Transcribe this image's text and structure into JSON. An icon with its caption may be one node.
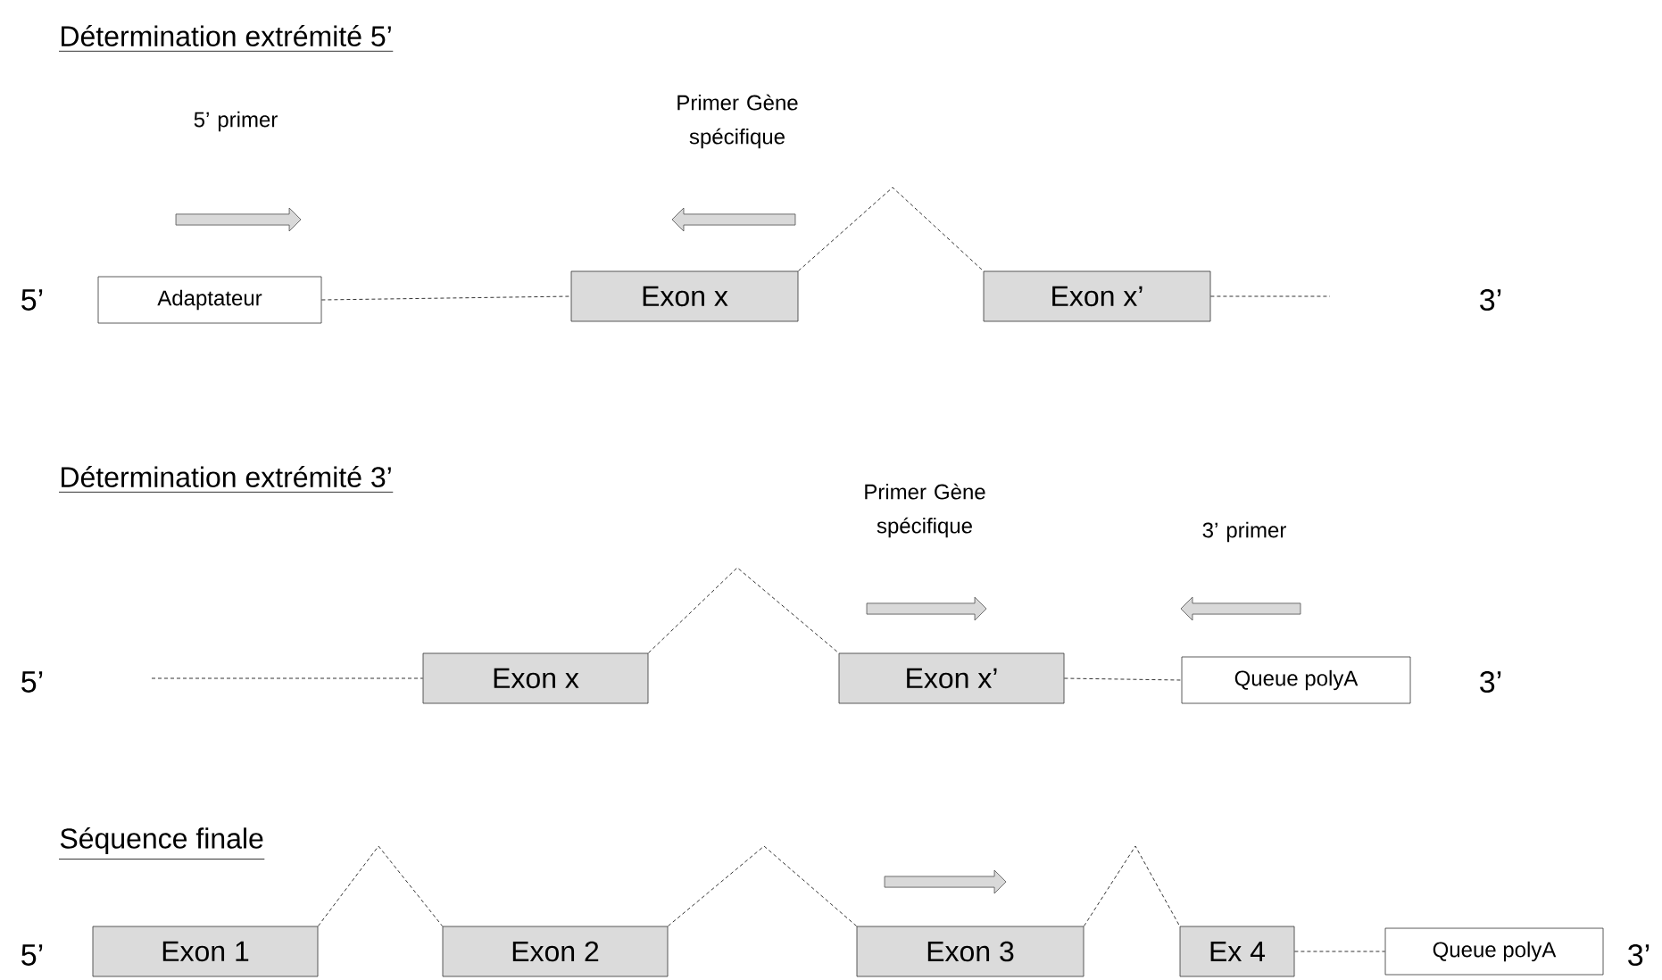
{
  "diagram": {
    "nodes": [
      {
        "text": [
          "Adaptateur"
        ]
      },
      {
        "text": [
          "Exon x"
        ]
      },
      {
        "text": [
          "Exon x’"
        ]
      },
      {
        "text": [
          "Exon x"
        ]
      },
      {
        "text": [
          "Exon x’"
        ]
      },
      {
        "text": [
          "Queue polyA"
        ]
      },
      {
        "text": [
          "Exon 1"
        ]
      },
      {
        "text": [
          "Exon 2"
        ]
      },
      {
        "text": [
          "Exon 3"
        ]
      },
      {
        "text": [
          "Ex 4"
        ]
      },
      {
        "text": [
          "Queue polyA"
        ]
      }
    ],
    "edges": [
      {
        "from": 0,
        "to": 1,
        "arrow": "none",
        "style": "dashed"
      },
      {
        "from": 1,
        "to": 2,
        "arrow": "none",
        "style": "dashed"
      },
      {
        "from": 2,
        "to": null,
        "arrow": "none",
        "style": "dashed"
      },
      {
        "from": null,
        "to": 3,
        "arrow": "none",
        "style": "dashed"
      },
      {
        "from": 3,
        "to": 4,
        "arrow": "none",
        "style": "dashed"
      },
      {
        "from": 4,
        "to": 5,
        "arrow": "none",
        "style": "dashed"
      },
      {
        "from": 6,
        "to": 7,
        "arrow": "none",
        "style": "dashed"
      },
      {
        "from": 7,
        "to": 8,
        "arrow": "none",
        "style": "dashed"
      },
      {
        "from": 8,
        "to": 9,
        "arrow": "none",
        "style": "dashed"
      },
      {
        "from": 9,
        "to": 10,
        "arrow": "none",
        "style": "dashed"
      }
    ],
    "labels": [
      "Détermination extrémité 5’",
      "5’ primer",
      "Primer Gène spécifique",
      "5’",
      "3’",
      "Détermination extrémité 3’",
      "Primer Gène spécifique",
      "3’ primer",
      "5’",
      "3’",
      "Séquence finale",
      "5’",
      "3’"
    ]
  }
}
